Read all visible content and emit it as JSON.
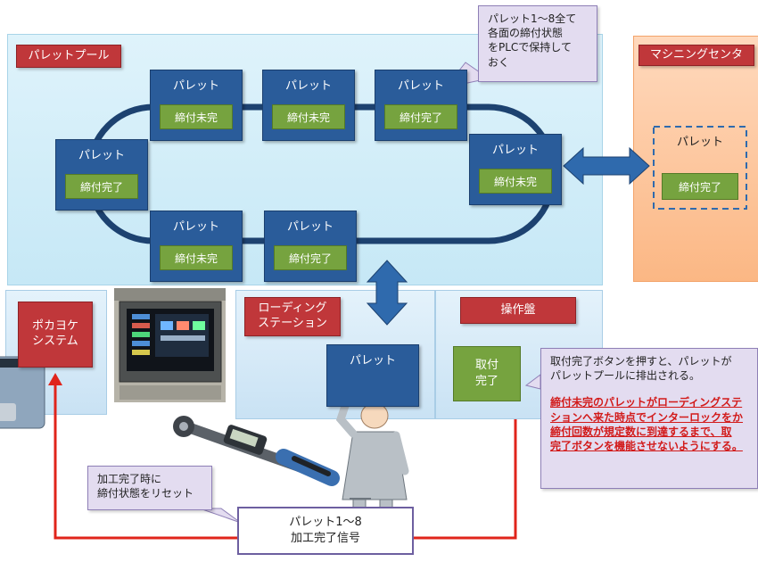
{
  "labels": {
    "pallet_pool": "パレットプール",
    "machining_center": "マシニングセンタ",
    "loading_station": "ローディング\nステーション",
    "control_panel": "操作盤",
    "poka_yoke": "ポカヨケ\nシステム"
  },
  "pallet_title": "パレット",
  "status_open": "締付未完",
  "status_done": "締付完了",
  "plc_note": "パレット1～8全て\n各面の締付状態\nをPLCで保持して\nおく",
  "panel_button": "取付\n完了",
  "info_text": "取付完了ボタンを押すと、パレットが\nパレットプールに排出される。",
  "info_warning": "締付未完のパレットがローディングステ\nションへ来た時点でインターロックをか\n締付回数が規定数に到達するまで、取\n完了ボタンを機能させないようにする。",
  "reset_note": "加工完了時に\n締付状態をリセット",
  "signal": "パレット1～8\n加工完了信号",
  "colors": {
    "red_label": "#c0373a",
    "pallet": "#2a5c9a",
    "status_green": "#76a33f",
    "signal_line": "#e0241b"
  }
}
